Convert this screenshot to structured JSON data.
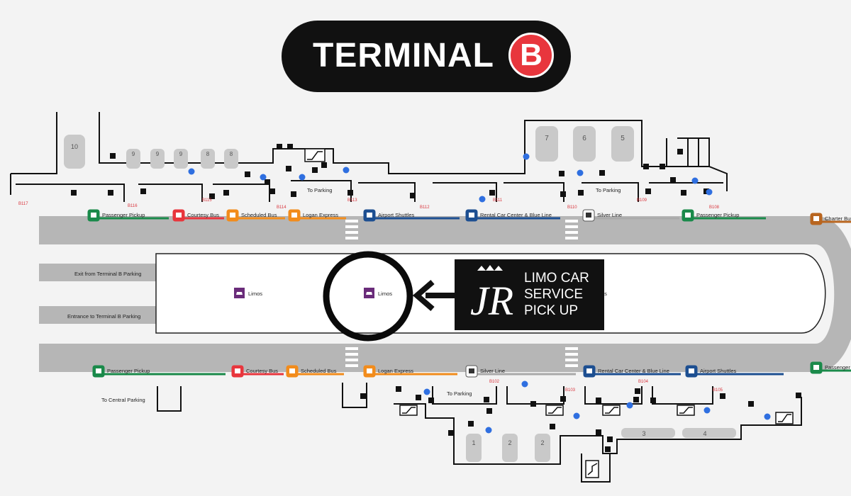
{
  "banner": {
    "title": "TERMINAL",
    "letter": "B"
  },
  "callout": {
    "lines": [
      "LIMO CAR",
      "SERVICE",
      "PICK UP"
    ],
    "logo_letters": "JR"
  },
  "colors": {
    "pickup": "#1a8a4a",
    "courtesy": "#e8363d",
    "scheduled": "#f28c1c",
    "logan": "#f28c1c",
    "shuttle": "#1d4f91",
    "silver": "#aaaaaa",
    "charter": "#b8651f",
    "limo": "#6a2c7a",
    "dot": "#2f6fe0",
    "banner_red": "#e8363d"
  },
  "roadway_labels": {
    "exit_parking": "Exit from Terminal B Parking",
    "entrance_parking": "Entrance to Terminal B Parking",
    "central_parking": "To Central Parking",
    "to_parking_upper_1": "To Parking",
    "to_parking_upper_2": "To Parking",
    "to_parking_lower": "To Parking"
  },
  "top_services": [
    {
      "label": "Passenger Pickup",
      "icon": "pickup-icon",
      "color": "pickup"
    },
    {
      "label": "Courtesy Bus",
      "icon": "bus-icon",
      "color": "courtesy"
    },
    {
      "label": "Scheduled Bus",
      "icon": "bus-icon",
      "color": "scheduled"
    },
    {
      "label": "Logan Express",
      "icon": "bus-icon",
      "color": "logan"
    },
    {
      "label": "Airport Shuttles",
      "icon": "bus-icon",
      "color": "shuttle"
    },
    {
      "label": "Rental Car Center & Blue Line",
      "icon": "bus-icon",
      "color": "shuttle"
    },
    {
      "label": "Silver Line",
      "icon": "bus-icon",
      "color": "silver"
    },
    {
      "label": "Passenger Pickup",
      "icon": "pickup-icon",
      "color": "pickup"
    },
    {
      "label": "Charter Bus",
      "icon": "bus-icon",
      "color": "charter"
    }
  ],
  "bottom_services": [
    {
      "label": "Passenger Pickup",
      "icon": "pickup-icon",
      "color": "pickup"
    },
    {
      "label": "Courtesy Bus",
      "icon": "bus-icon",
      "color": "courtesy"
    },
    {
      "label": "Scheduled Bus",
      "icon": "bus-icon",
      "color": "scheduled"
    },
    {
      "label": "Logan Express",
      "icon": "bus-icon",
      "color": "logan"
    },
    {
      "label": "Silver Line",
      "icon": "bus-icon",
      "color": "silver"
    },
    {
      "label": "Rental Car Center & Blue Line",
      "icon": "bus-icon",
      "color": "shuttle"
    },
    {
      "label": "Airport Shuttles",
      "icon": "bus-icon",
      "color": "shuttle"
    },
    {
      "label": "Passenger Pickup",
      "icon": "pickup-icon",
      "color": "pickup"
    }
  ],
  "limo_stops": [
    {
      "label": "Limos"
    },
    {
      "label": "Limos"
    }
  ],
  "baggage_upper": [
    "10",
    "9",
    "9",
    "9",
    "8",
    "8",
    "7",
    "6",
    "5"
  ],
  "baggage_lower": [
    "1",
    "2",
    "2",
    "3",
    "4"
  ],
  "door_codes_upper": [
    "B117",
    "B116",
    "B115",
    "B114",
    "B113",
    "B112",
    "B111",
    "B110",
    "B109",
    "B108"
  ],
  "door_codes_lower": [
    "B102",
    "B103",
    "B104",
    "B105"
  ]
}
